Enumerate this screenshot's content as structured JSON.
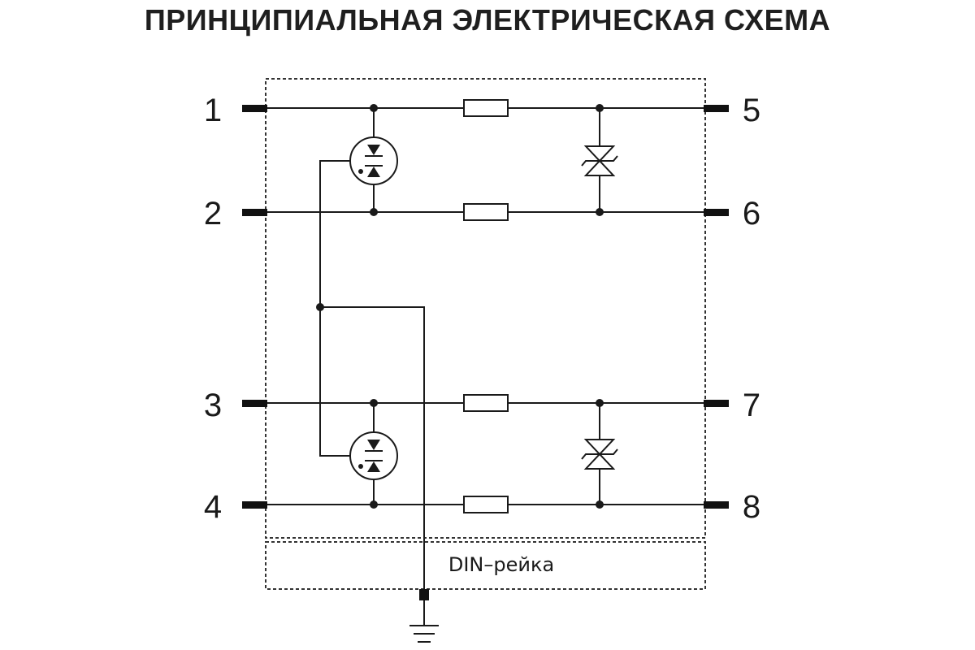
{
  "title": "ПРИНЦИПИАЛЬНАЯ ЭЛЕКТРИЧЕСКАЯ СХЕМА",
  "terminals": {
    "t1": "1",
    "t2": "2",
    "t3": "3",
    "t4": "4",
    "t5": "5",
    "t6": "6",
    "t7": "7",
    "t8": "8"
  },
  "din_rail_label": "DIN–рейка",
  "icons": [
    "gas-discharge-tube-icon",
    "tvs-diode-icon",
    "resistor-icon",
    "ground-icon"
  ]
}
